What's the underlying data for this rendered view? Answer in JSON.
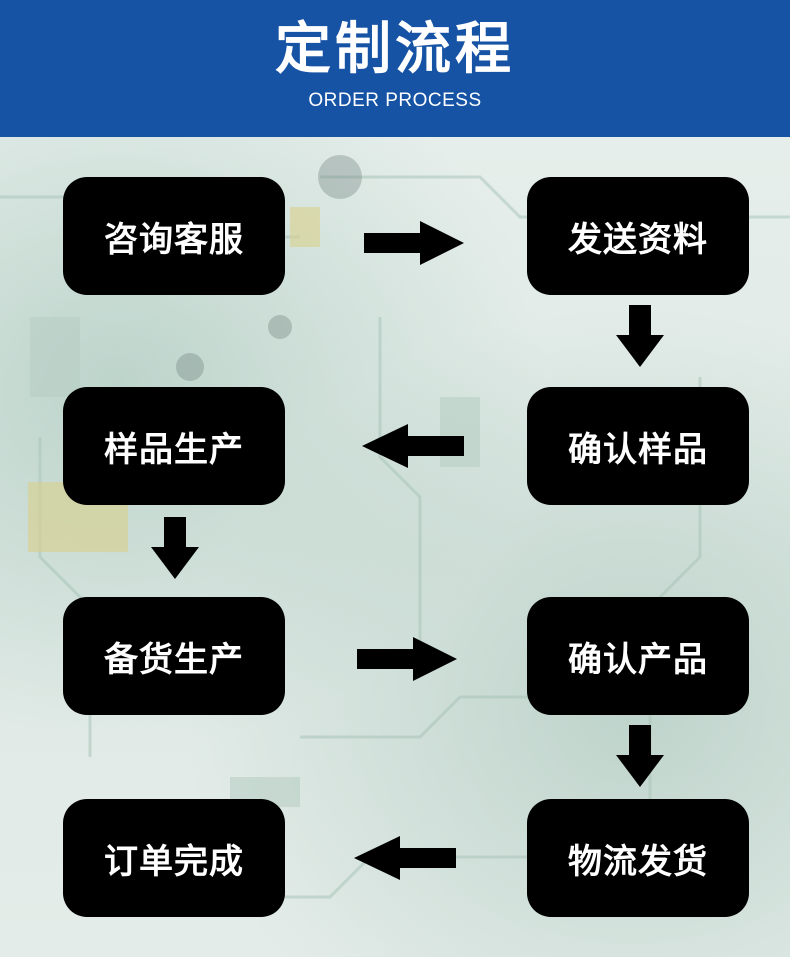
{
  "header": {
    "title": "定制流程",
    "subtitle": "ORDER PROCESS"
  },
  "steps": [
    {
      "label": "咨询客服"
    },
    {
      "label": "发送资料"
    },
    {
      "label": "确认样品"
    },
    {
      "label": "样品生产"
    },
    {
      "label": "备货生产"
    },
    {
      "label": "确认产品"
    },
    {
      "label": "物流发货"
    },
    {
      "label": "订单完成"
    }
  ],
  "colors": {
    "header_bg": "#1653a5",
    "box_bg": "#000000",
    "box_text": "#ffffff",
    "arrow": "#000000"
  }
}
